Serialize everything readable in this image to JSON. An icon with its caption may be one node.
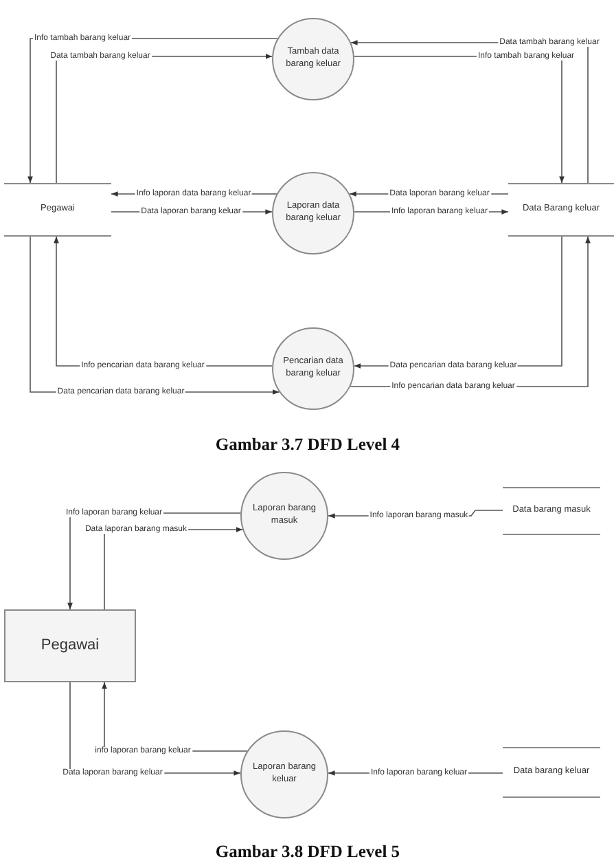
{
  "diagram": {
    "nodes": [
      {
        "text": [
          "Pegawai"
        ]
      },
      {
        "text": [
          "Tambah data barang keluar"
        ]
      },
      {
        "text": [
          "Laporan data barang keluar"
        ]
      },
      {
        "text": [
          "Data Barang keluar"
        ]
      },
      {
        "text": [
          "Pencarian data barang keluar"
        ]
      },
      {
        "text": [
          "Laporan barang masuk"
        ]
      },
      {
        "text": [
          "Data barang masuk"
        ]
      },
      {
        "text": [
          "Pegawai"
        ]
      },
      {
        "text": [
          "Laporan barang keluar"
        ]
      },
      {
        "text": [
          "Data barang keluar"
        ]
      }
    ],
    "edges": [
      {
        "from": 1,
        "to": 0,
        "arrow": "to",
        "label": "Info tambah barang keluar"
      },
      {
        "from": 0,
        "to": 1,
        "arrow": "to",
        "label": "Data tambah barang keluar"
      },
      {
        "from": 3,
        "to": 1,
        "arrow": "to",
        "label": "Data tambah barang keluar"
      },
      {
        "from": 1,
        "to": 3,
        "arrow": "to",
        "label": "Info tambah barang keluar"
      },
      {
        "from": 2,
        "to": 0,
        "arrow": "to",
        "label": "Info laporan data barang keluar"
      },
      {
        "from": 0,
        "to": 2,
        "arrow": "to",
        "label": "Data laporan barang keluar"
      },
      {
        "from": 3,
        "to": 2,
        "arrow": "to",
        "label": "Data laporan barang keluar"
      },
      {
        "from": 2,
        "to": 3,
        "arrow": "to",
        "label": "Info laporan barang keluar"
      },
      {
        "from": 4,
        "to": 0,
        "arrow": "to",
        "label": "Info pencarian data barang keluar"
      },
      {
        "from": 0,
        "to": 4,
        "arrow": "to",
        "label": "Data pencarian data barang keluar"
      },
      {
        "from": 3,
        "to": 4,
        "arrow": "to",
        "label": "Data pencarian data barang keluar"
      },
      {
        "from": 4,
        "to": 3,
        "arrow": "to",
        "label": "Info pencarian data barang keluar"
      },
      {
        "from": 5,
        "to": 7,
        "arrow": "to",
        "label": "Info laporan barang keluar"
      },
      {
        "from": 7,
        "to": 5,
        "arrow": "to",
        "label": "Data laporan barang masuk"
      },
      {
        "from": 6,
        "to": 5,
        "arrow": "to",
        "label": "Info laporan barang masuk"
      },
      {
        "from": 8,
        "to": 7,
        "arrow": "to",
        "label": "info laporan barang keluar"
      },
      {
        "from": 7,
        "to": 8,
        "arrow": "to",
        "label": "Data laporan barang keluar"
      },
      {
        "from": 9,
        "to": 8,
        "arrow": "to",
        "label": "Info laporan barang keluar"
      }
    ],
    "labels": [
      "Gambar 3.7 DFD Level 4",
      "Gambar 3.8 DFD Level 5"
    ]
  }
}
